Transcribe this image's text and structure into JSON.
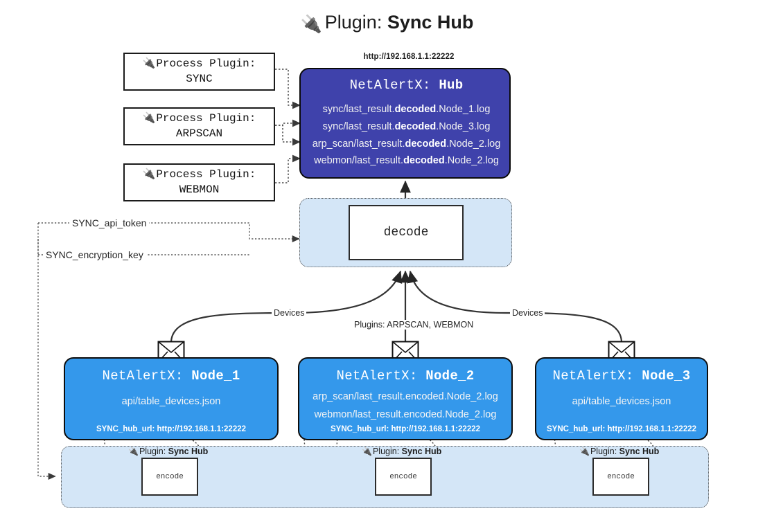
{
  "title": {
    "icon": "plug-icon",
    "glyph": "🔌",
    "prefix": "Plugin:",
    "name": "Sync Hub"
  },
  "process_plugins": [
    {
      "glyph": "🔌",
      "line1": "Process Plugin:",
      "line2": "SYNC"
    },
    {
      "glyph": "🔌",
      "line1": "Process Plugin:",
      "line2": "ARPSCAN"
    },
    {
      "glyph": "🔌",
      "line1": "Process Plugin:",
      "line2": "WEBMON"
    }
  ],
  "hub": {
    "url": "http://192.168.1.1:22222",
    "title_prefix": "NetAlertX:",
    "title_name": "Hub",
    "lines": [
      {
        "pre": "sync/last_result.",
        "bold": "decoded",
        "post": ".Node_1.log"
      },
      {
        "pre": "sync/last_result.",
        "bold": "decoded",
        "post": ".Node_3.log"
      },
      {
        "pre": "arp_scan/last_result.",
        "bold": "decoded",
        "post": ".Node_2.log"
      },
      {
        "pre": "webmon/last_result.",
        "bold": "decoded",
        "post": ".Node_2.log"
      }
    ]
  },
  "decode": {
    "label": "decode"
  },
  "secrets": {
    "api_token": "SYNC_api_token",
    "encryption_key": "SYNC_encryption_key"
  },
  "flow_labels": {
    "left_devices": "Devices",
    "right_devices": "Devices",
    "center_plugins": "Plugins: ARPSCAN, WEBMON"
  },
  "nodes": [
    {
      "title_prefix": "NetAlertX:",
      "title_name": "Node_1",
      "lines": [
        "api/table_devices.json"
      ],
      "hub_url_label": "SYNC_hub_url: http://192.168.1.1:22222",
      "mail_icon": "envelope-icon"
    },
    {
      "title_prefix": "NetAlertX:",
      "title_name": "Node_2",
      "lines": [
        "arp_scan/last_result.encoded.Node_2.log",
        "webmon/last_result.encoded.Node_2.log"
      ],
      "hub_url_label": "SYNC_hub_url: http://192.168.1.1:22222",
      "mail_icon": "envelope-icon"
    },
    {
      "title_prefix": "NetAlertX:",
      "title_name": "Node_3",
      "lines": [
        "api/table_devices.json"
      ],
      "hub_url_label": "SYNC_hub_url: http://192.168.1.1:22222",
      "mail_icon": "envelope-icon"
    }
  ],
  "encoders": [
    {
      "glyph": "🔌",
      "prefix": "Plugin:",
      "name": "Sync Hub",
      "label": "encode"
    },
    {
      "glyph": "🔌",
      "prefix": "Plugin:",
      "name": "Sync Hub",
      "label": "encode"
    },
    {
      "glyph": "🔌",
      "prefix": "Plugin:",
      "name": "Sync Hub",
      "label": "encode"
    }
  ],
  "colors": {
    "hub_fill": "#3f42ab",
    "node_fill": "#3498eb",
    "zone_fill": "#d4e6f7",
    "stroke": "#1b1b1b"
  }
}
